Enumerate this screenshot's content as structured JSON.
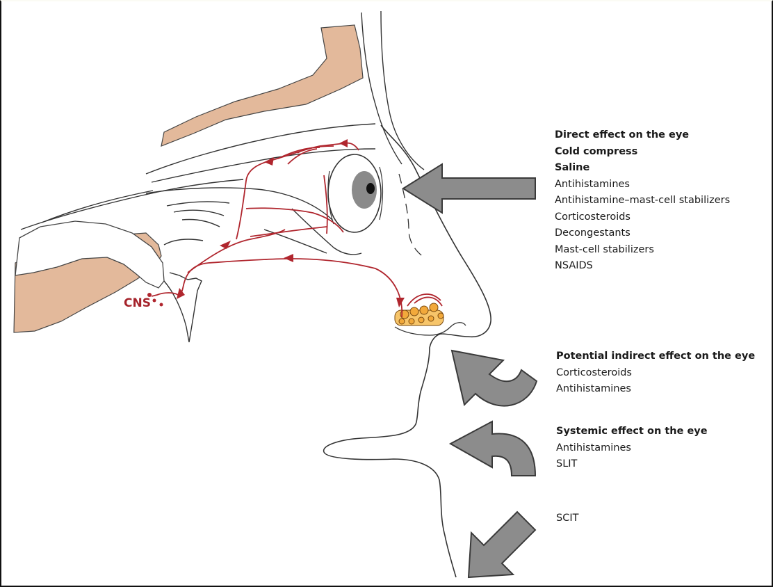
{
  "colors": {
    "bone": "#e3b99b",
    "nerve": "#b0262e",
    "arrow_fill": "#8c8c8c",
    "arrow_stroke": "#3a3a3a",
    "cell": "#f2a93b"
  },
  "cns_label": "CNS",
  "groups": {
    "direct": {
      "heading": "Direct effect on the eye",
      "bold_items": [
        "Cold compress",
        "Saline"
      ],
      "items": [
        "Antihistamines",
        "Antihistamine–mast-cell stabilizers",
        "Corticosteroids",
        "Decongestants",
        "Mast-cell stabilizers",
        "NSAIDS"
      ]
    },
    "indirect": {
      "heading": "Potential indirect effect on the eye",
      "items": [
        "Corticosteroids",
        "Antihistamines"
      ]
    },
    "systemic": {
      "heading": "Systemic effect on the eye",
      "items": [
        "Antihistamines",
        "SLIT"
      ]
    },
    "scit": {
      "items": [
        "SCIT"
      ]
    }
  }
}
